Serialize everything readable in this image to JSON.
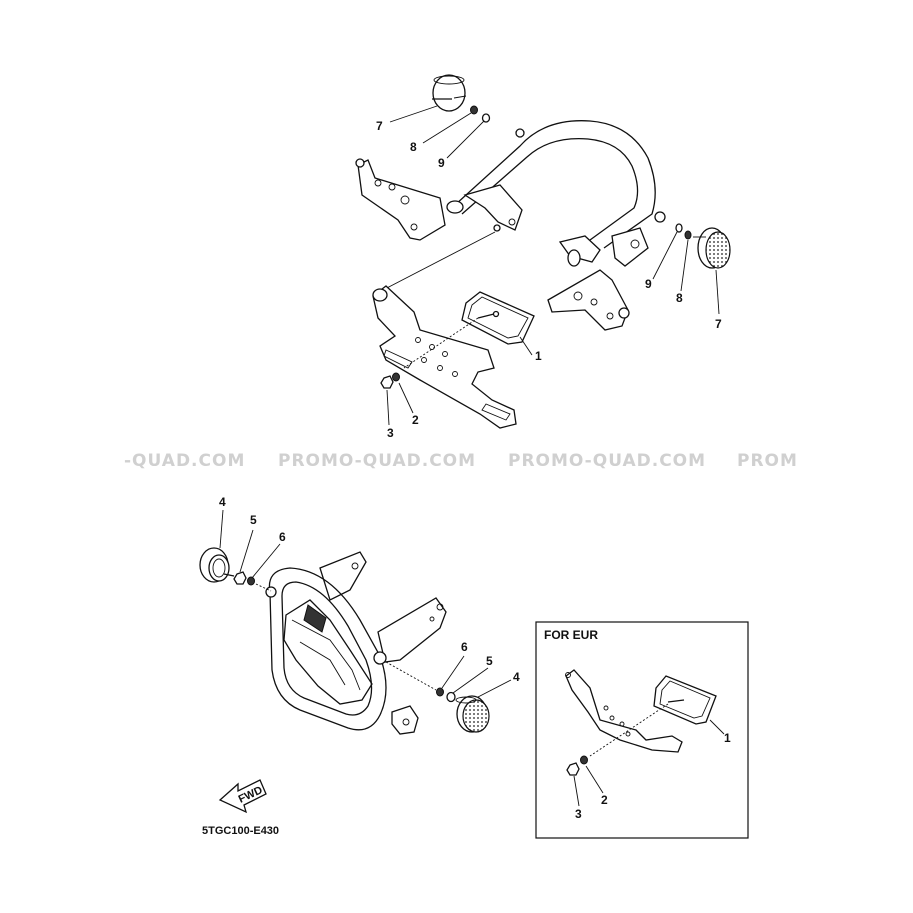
{
  "watermark": {
    "segments": [
      "-QUAD.COM",
      "PROMO-QUAD.COM",
      "PROMO-QUAD.COM",
      "PROM"
    ]
  },
  "upper_assembly": {
    "callouts": [
      "7",
      "8",
      "9",
      "9",
      "8",
      "7",
      "1",
      "2",
      "3"
    ]
  },
  "lower_assembly": {
    "callouts": [
      "4",
      "5",
      "6",
      "6",
      "5",
      "4"
    ]
  },
  "inset": {
    "title": "FOR EUR",
    "callouts": [
      "1",
      "2",
      "3"
    ]
  },
  "fwd_label": "FWD",
  "diagram_code": "5TGC100-E430"
}
